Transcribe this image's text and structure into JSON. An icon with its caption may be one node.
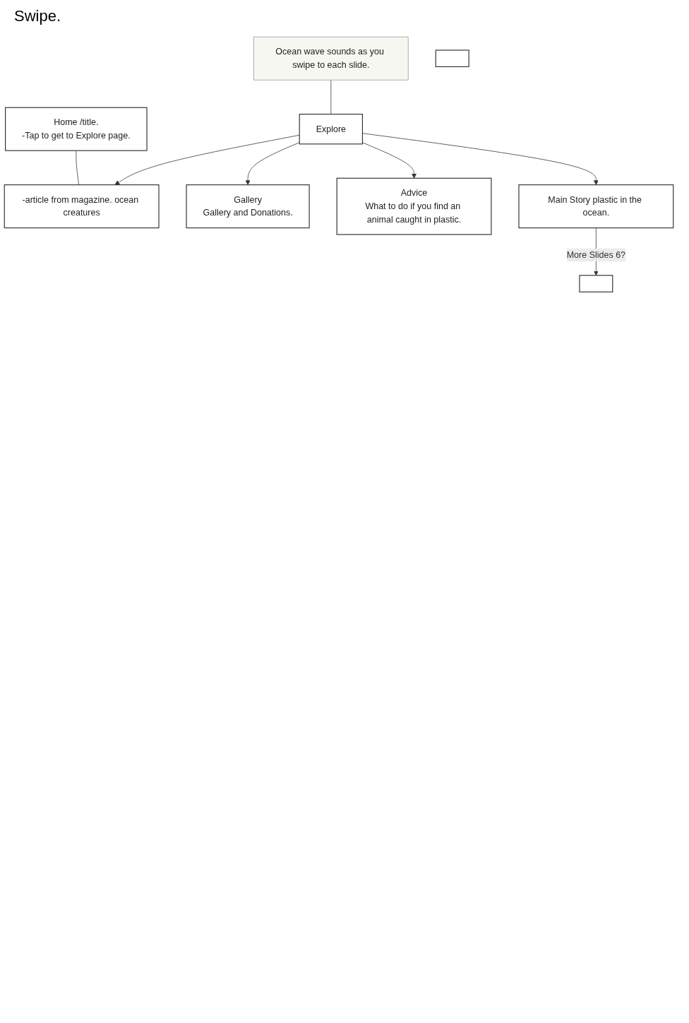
{
  "diagram": {
    "nodes": [
      {
        "text": [
          "Home /title.",
          "-Tap to get to Explore page."
        ]
      },
      {
        "text": [
          "-article from magazine. ocean creatures"
        ]
      },
      {
        "text": [
          "Ocean wave sounds as you swipe to each slide."
        ]
      },
      {
        "text": [
          "Gallery",
          "Gallery and Donations."
        ]
      },
      {
        "text": [
          "Explore"
        ]
      },
      {
        "text": [
          "Advice",
          "What to do if you find an animal caught in plastic."
        ]
      },
      {
        "text": [
          "Main Story plastic in the ocean."
        ]
      },
      {
        "text": [],
        "shape": "box"
      },
      {
        "text": [],
        "shape": "box"
      }
    ],
    "edges": [
      {
        "from": 0,
        "to": 1,
        "arrow": "none"
      },
      {
        "from": 4,
        "to": 1,
        "arrow": "to"
      },
      {
        "from": 2,
        "to": 4,
        "arrow": "none"
      },
      {
        "from": 4,
        "to": 3,
        "arrow": "to"
      },
      {
        "from": 4,
        "to": 5,
        "arrow": "to"
      },
      {
        "from": 4,
        "to": 6,
        "arrow": "to"
      },
      {
        "from": 6,
        "to": 7,
        "arrow": "to",
        "label": "More Slides 6?"
      }
    ],
    "labels": [
      "Swipe."
    ]
  }
}
